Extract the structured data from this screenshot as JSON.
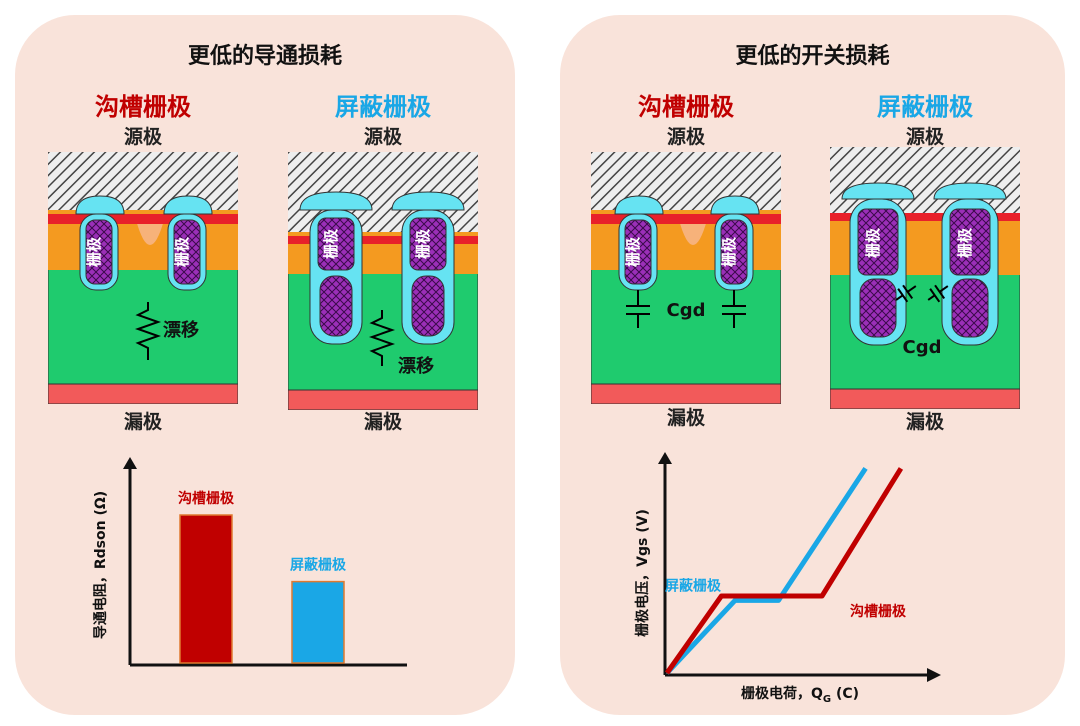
{
  "left_panel": {
    "title": "更低的导通损耗",
    "trench_title": "沟槽栅极",
    "shield_title": "屏蔽栅极",
    "source_label": "源极",
    "drain_label": "漏极",
    "gate_label": "栅极",
    "drift_label": "漂移"
  },
  "right_panel": {
    "title": "更低的开关损耗",
    "trench_title": "沟槽栅极",
    "shield_title": "屏蔽栅极",
    "source_label": "源极",
    "drain_label": "漏极",
    "gate_label": "栅极",
    "cgd_label": "Cgd"
  },
  "colors": {
    "trench_red": "#c00000",
    "shield_blue": "#1aa7e6",
    "panel_bg": "#f9e3da",
    "drift_green": "#1fcb6e",
    "body_orange": "#f49a20",
    "drain_red": "#f25a5a",
    "gate_purple": "#9b2fb8",
    "oxide_cyan": "#66e3f2"
  },
  "chart_data": [
    {
      "type": "bar",
      "ylabel": "导通电阻，Rdson (Ω)",
      "xlabel": "",
      "categories": [
        "沟槽栅极",
        "屏蔽栅极"
      ],
      "values": [
        1.0,
        0.55
      ],
      "colors": [
        "#c00000",
        "#1aa7e6"
      ]
    },
    {
      "type": "line",
      "xlabel": "栅极电荷，Q",
      "xlabel_sub": "G",
      "xlabel_unit": " (C)",
      "ylabel": "栅极电压，Vgs (V)",
      "series": [
        {
          "name": "屏蔽栅极",
          "color": "#1aa7e6",
          "x": [
            0,
            0.25,
            0.41,
            0.73
          ],
          "y": [
            0,
            0.33,
            0.33,
            0.93
          ]
        },
        {
          "name": "沟槽栅极",
          "color": "#c00000",
          "x": [
            0,
            0.2,
            0.57,
            0.86
          ],
          "y": [
            0,
            0.35,
            0.35,
            0.93
          ]
        }
      ]
    }
  ]
}
